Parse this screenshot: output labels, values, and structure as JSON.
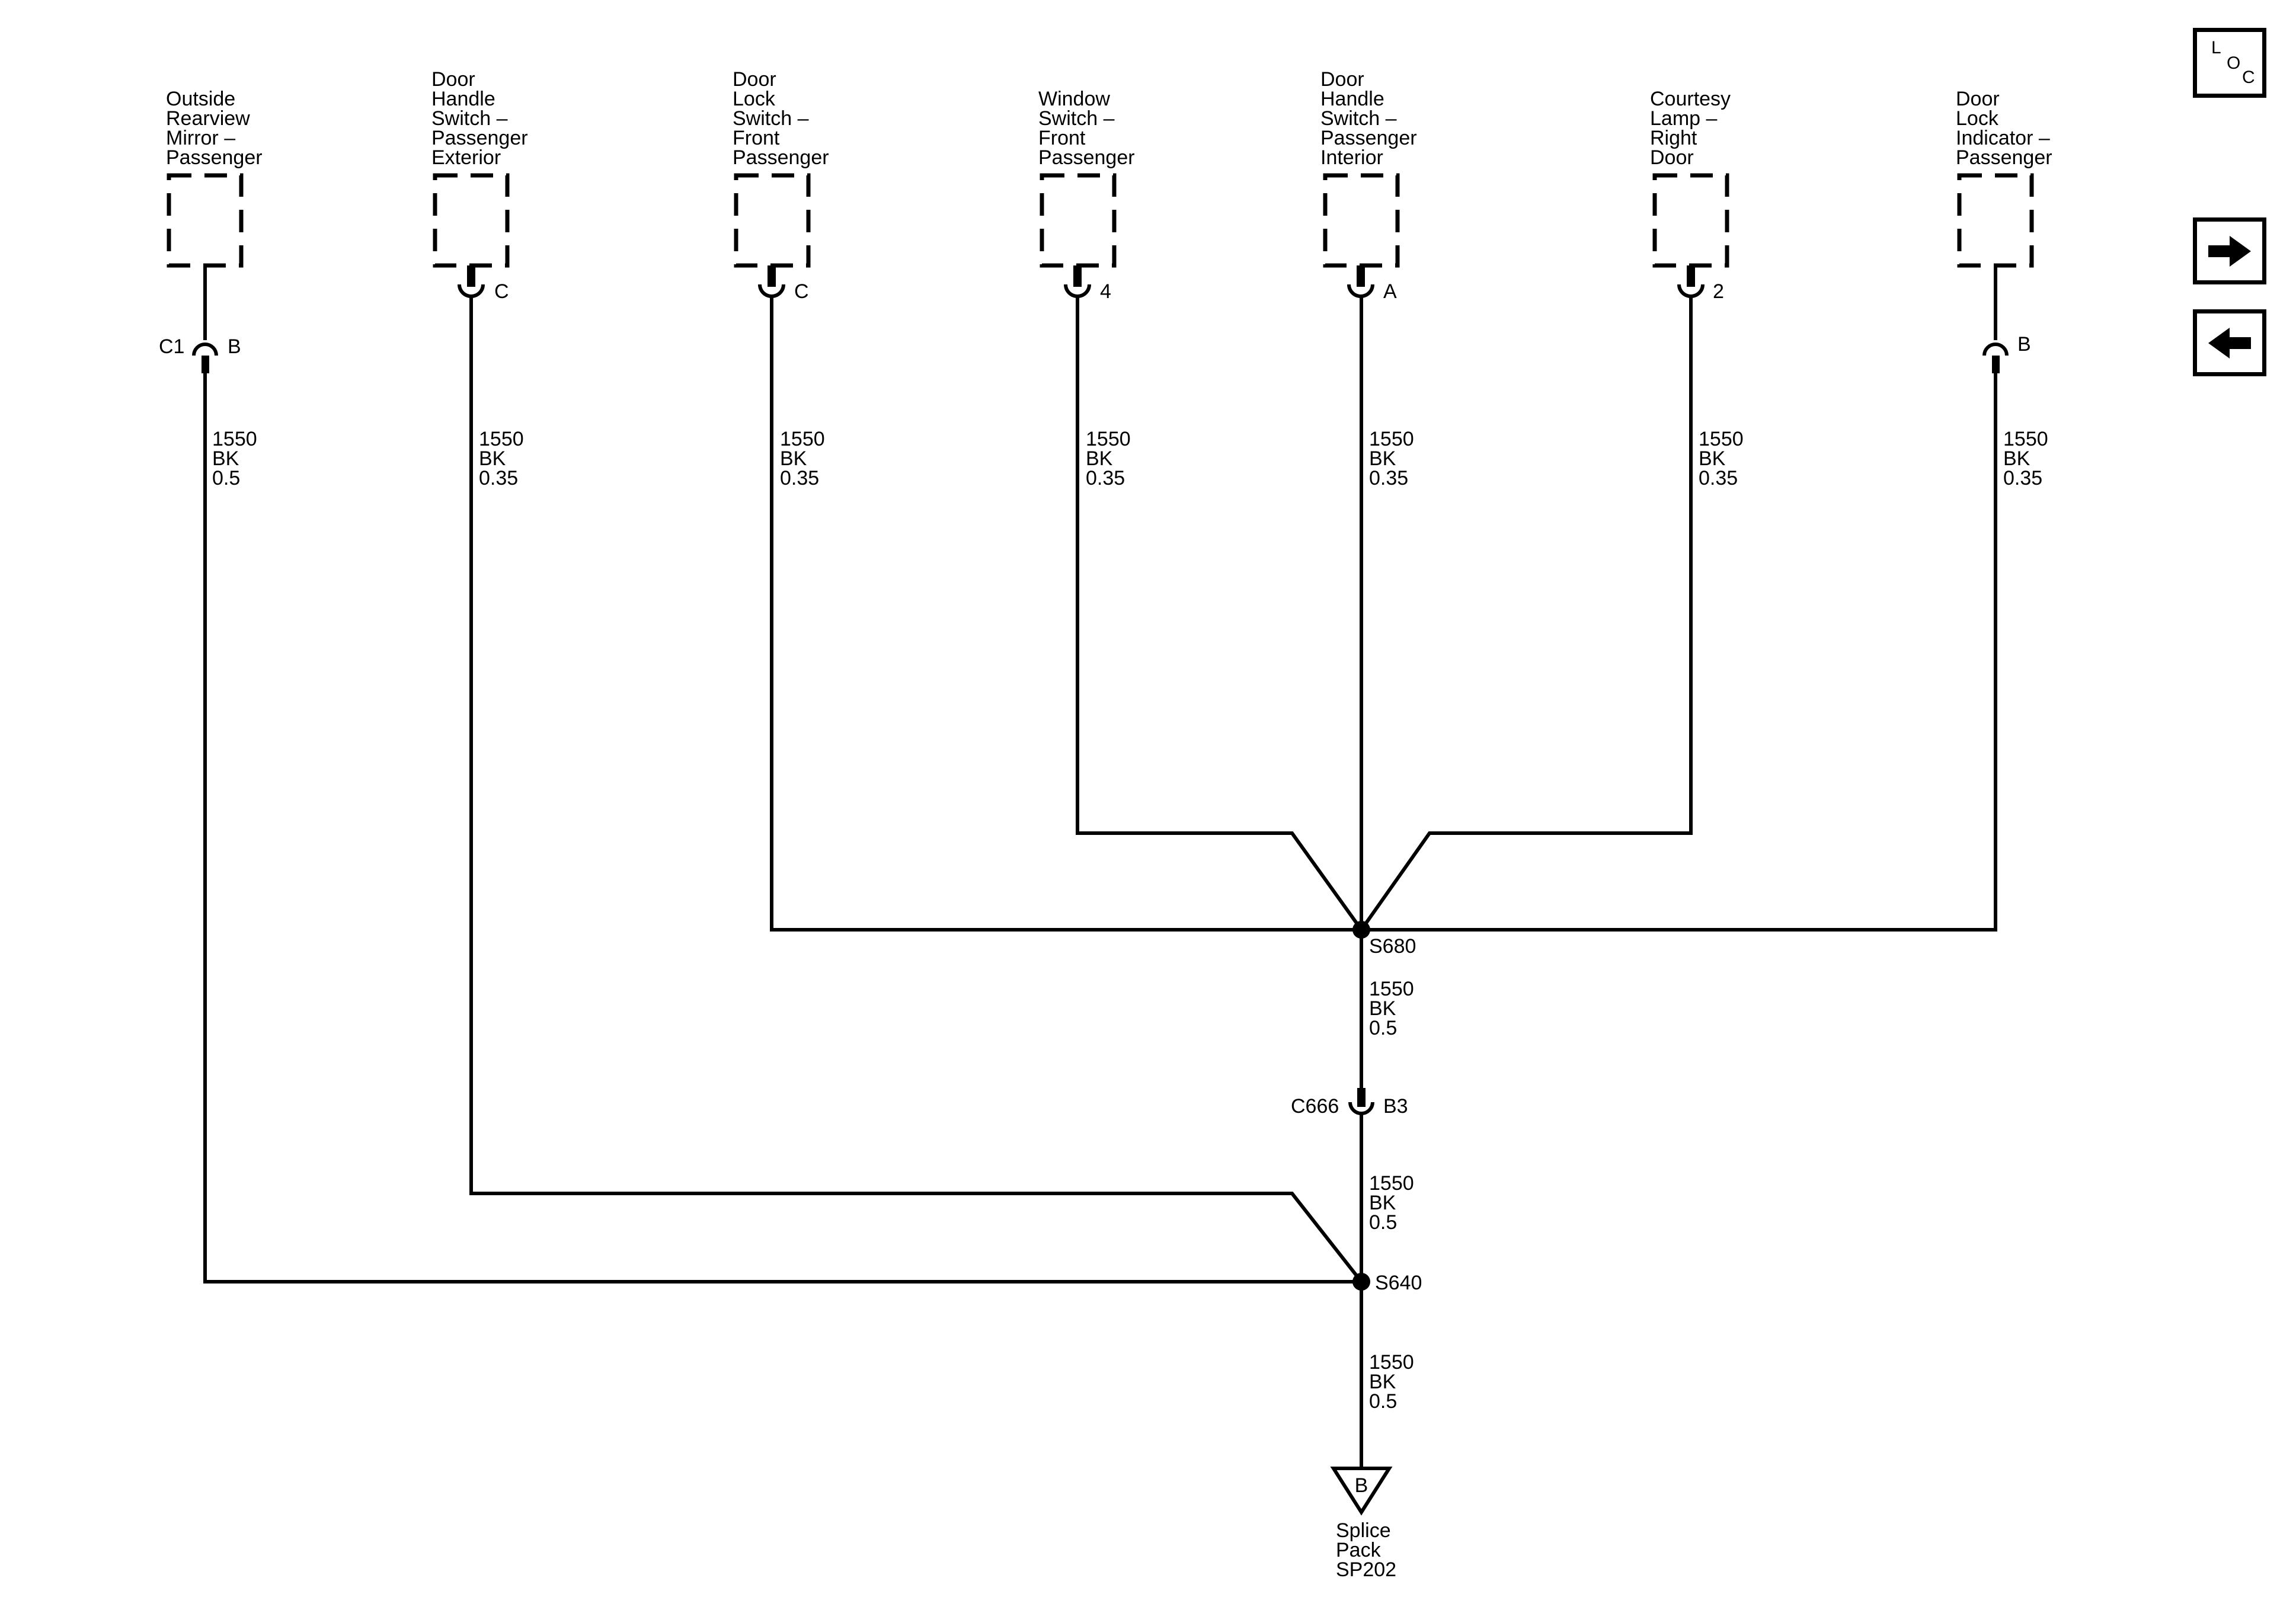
{
  "components": [
    {
      "id": "mirror",
      "lines": [
        "Outside",
        "Rearview",
        "Mirror –",
        "Passenger"
      ],
      "pin": "B",
      "connector": "C1",
      "wire": {
        "circuit": "1550",
        "color": "BK",
        "size": "0.5"
      }
    },
    {
      "id": "handle-ext",
      "lines": [
        "Door",
        "Handle",
        "Switch –",
        "Passenger",
        "Exterior"
      ],
      "pin": "C",
      "wire": {
        "circuit": "1550",
        "color": "BK",
        "size": "0.35"
      }
    },
    {
      "id": "lock-switch",
      "lines": [
        "Door",
        "Lock",
        "Switch –",
        "Front",
        "Passenger"
      ],
      "pin": "C",
      "wire": {
        "circuit": "1550",
        "color": "BK",
        "size": "0.35"
      }
    },
    {
      "id": "window-switch",
      "lines": [
        "Window",
        "Switch –",
        "Front",
        "Passenger"
      ],
      "pin": "4",
      "wire": {
        "circuit": "1550",
        "color": "BK",
        "size": "0.35"
      }
    },
    {
      "id": "handle-int",
      "lines": [
        "Door",
        "Handle",
        "Switch –",
        "Passenger",
        "Interior"
      ],
      "pin": "A",
      "wire": {
        "circuit": "1550",
        "color": "BK",
        "size": "0.35"
      }
    },
    {
      "id": "courtesy-lamp",
      "lines": [
        "Courtesy",
        "Lamp –",
        "Right",
        "Door"
      ],
      "pin": "2",
      "wire": {
        "circuit": "1550",
        "color": "BK",
        "size": "0.35"
      }
    },
    {
      "id": "lock-indicator",
      "lines": [
        "Door",
        "Lock",
        "Indicator –",
        "Passenger"
      ],
      "pin": "B",
      "wire": {
        "circuit": "1550",
        "color": "BK",
        "size": "0.35"
      }
    }
  ],
  "splices": {
    "upper": "S680",
    "lower": "S640"
  },
  "trunk_wires": [
    {
      "circuit": "1550",
      "color": "BK",
      "size": "0.5"
    },
    {
      "circuit": "1550",
      "color": "BK",
      "size": "0.5"
    },
    {
      "circuit": "1550",
      "color": "BK",
      "size": "0.5"
    }
  ],
  "inline_connector": {
    "name": "C666",
    "pin": "B3"
  },
  "ground": {
    "symbol": "B",
    "lines": [
      "Splice",
      "Pack",
      "SP202"
    ]
  },
  "nav": {
    "loc": [
      "L",
      "O",
      "C"
    ]
  }
}
